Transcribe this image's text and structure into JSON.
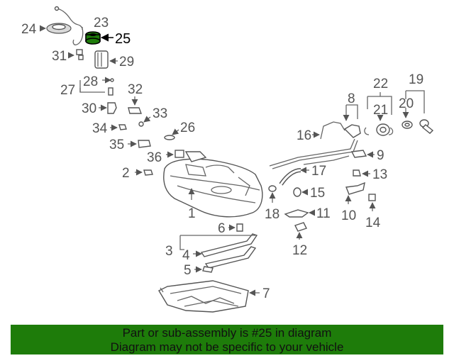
{
  "banner": {
    "line1": "Part or sub-assembly is #25 in diagram",
    "line2": "Diagram may not be specific to your vehicle"
  },
  "highlight": {
    "part_number": "25",
    "color": "#1e7c0a"
  },
  "labels": {
    "l1": "1",
    "l2": "2",
    "l3": "3",
    "l4": "4",
    "l5": "5",
    "l6": "6",
    "l7": "7",
    "l8": "8",
    "l9": "9",
    "l10": "10",
    "l11": "11",
    "l12": "12",
    "l13": "13",
    "l14": "14",
    "l15": "15",
    "l16": "16",
    "l17": "17",
    "l18": "18",
    "l19": "19",
    "l20": "20",
    "l21": "21",
    "l22": "22",
    "l23": "23",
    "l24": "24",
    "l25": "25",
    "l26": "26",
    "l27": "27",
    "l28": "28",
    "l29": "29",
    "l30": "30",
    "l31": "31",
    "l32": "32",
    "l33": "33",
    "l34": "34",
    "l35": "35",
    "l36": "36"
  }
}
